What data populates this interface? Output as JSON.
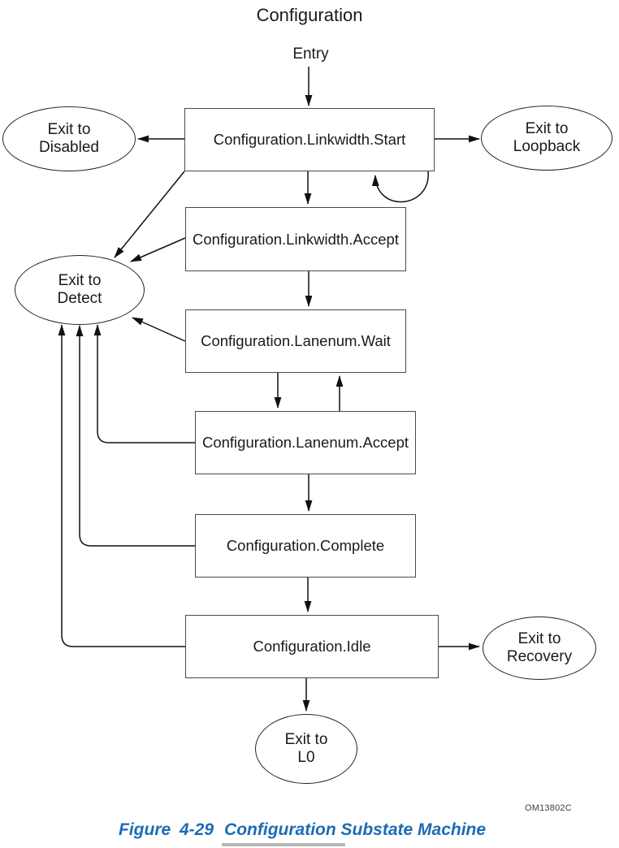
{
  "figure": {
    "title": "Configuration",
    "entry_label": "Entry",
    "code": "OM13802C",
    "caption": {
      "prefix": "Figure 4-29",
      "title": "Configuration Substate Machine"
    },
    "accent_color": "#1c6cb3",
    "line_color": "#111111"
  },
  "states": [
    {
      "id": "linkwidth-start",
      "label": "Configuration.Linkwidth.Start"
    },
    {
      "id": "linkwidth-accept",
      "label": "Configuration.Linkwidth.Accept"
    },
    {
      "id": "lanenum-wait",
      "label": "Configuration.Lanenum.Wait"
    },
    {
      "id": "lanenum-accept",
      "label": "Configuration.Lanenum.Accept"
    },
    {
      "id": "complete",
      "label": "Configuration.Complete"
    },
    {
      "id": "idle",
      "label": "Configuration.Idle"
    }
  ],
  "exits": [
    {
      "id": "disabled",
      "line1": "Exit to",
      "line2": "Disabled"
    },
    {
      "id": "loopback",
      "line1": "Exit to",
      "line2": "Loopback"
    },
    {
      "id": "detect",
      "line1": "Exit to",
      "line2": "Detect"
    },
    {
      "id": "recovery",
      "line1": "Exit to",
      "line2": "Recovery"
    },
    {
      "id": "l0",
      "line1": "Exit to",
      "line2": "L0"
    }
  ],
  "transitions": [
    {
      "from": "Entry",
      "to": "Configuration.Linkwidth.Start"
    },
    {
      "from": "Configuration.Linkwidth.Start",
      "to": "Exit to Disabled"
    },
    {
      "from": "Configuration.Linkwidth.Start",
      "to": "Exit to Loopback"
    },
    {
      "from": "Configuration.Linkwidth.Start",
      "to": "Configuration.Linkwidth.Start",
      "type": "self-loop"
    },
    {
      "from": "Configuration.Linkwidth.Start",
      "to": "Exit to Detect"
    },
    {
      "from": "Configuration.Linkwidth.Start",
      "to": "Configuration.Linkwidth.Accept"
    },
    {
      "from": "Configuration.Linkwidth.Accept",
      "to": "Exit to Detect"
    },
    {
      "from": "Configuration.Linkwidth.Accept",
      "to": "Configuration.Lanenum.Wait"
    },
    {
      "from": "Configuration.Lanenum.Wait",
      "to": "Exit to Detect"
    },
    {
      "from": "Configuration.Lanenum.Wait",
      "to": "Configuration.Lanenum.Accept"
    },
    {
      "from": "Configuration.Lanenum.Accept",
      "to": "Configuration.Lanenum.Wait"
    },
    {
      "from": "Configuration.Lanenum.Accept",
      "to": "Exit to Detect"
    },
    {
      "from": "Configuration.Lanenum.Accept",
      "to": "Configuration.Complete"
    },
    {
      "from": "Configuration.Complete",
      "to": "Exit to Detect"
    },
    {
      "from": "Configuration.Complete",
      "to": "Configuration.Idle"
    },
    {
      "from": "Configuration.Idle",
      "to": "Exit to Detect"
    },
    {
      "from": "Configuration.Idle",
      "to": "Exit to Recovery"
    },
    {
      "from": "Configuration.Idle",
      "to": "Exit to L0"
    }
  ]
}
